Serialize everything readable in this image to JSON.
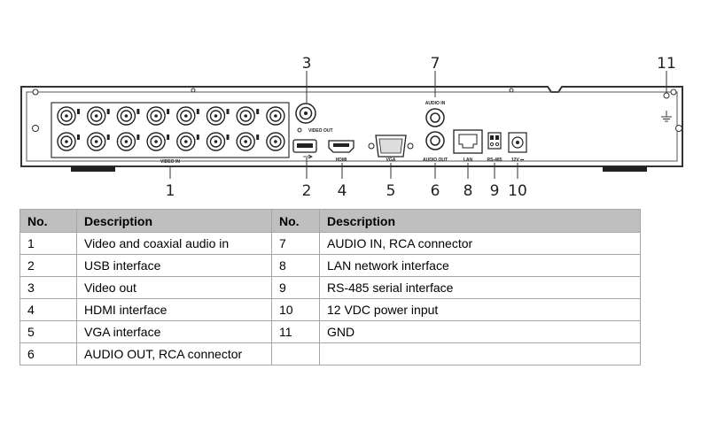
{
  "callouts": [
    "1",
    "2",
    "3",
    "4",
    "5",
    "6",
    "7",
    "8",
    "9",
    "10",
    "11"
  ],
  "panel_labels": {
    "video_in": "VIDEO IN",
    "video_out": "VIDEO OUT",
    "hdmi": "HDMI",
    "vga": "VGA",
    "audio_in": "AUDIO IN",
    "audio_out": "AUDIO OUT",
    "lan": "LAN",
    "rs485": "RS-485",
    "power": "12V ⎓"
  },
  "table": {
    "headers": [
      "No.",
      "Description",
      "No.",
      "Description"
    ],
    "rows": [
      [
        "1",
        "Video and coaxial audio in",
        "7",
        "AUDIO IN, RCA connector"
      ],
      [
        "2",
        "USB interface",
        "8",
        "LAN network interface"
      ],
      [
        "3",
        "Video out",
        "9",
        "RS-485 serial interface"
      ],
      [
        "4",
        "HDMI interface",
        "10",
        "12 VDC power input"
      ],
      [
        "5",
        "VGA interface",
        "11",
        "GND"
      ],
      [
        "6",
        "AUDIO OUT, RCA connector",
        "",
        ""
      ]
    ]
  }
}
